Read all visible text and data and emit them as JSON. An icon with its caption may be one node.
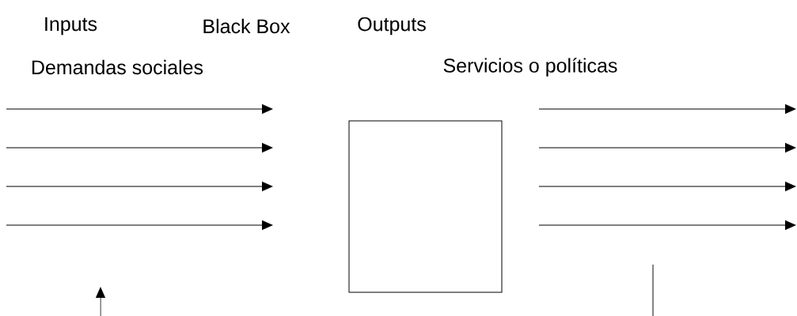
{
  "diagram": {
    "nodes": [
      {
        "text": [],
        "shape": "box"
      }
    ],
    "labels": [
      "Inputs",
      "Black Box",
      "Outputs",
      "Demandas sociales",
      "Servicios o políticas"
    ]
  }
}
